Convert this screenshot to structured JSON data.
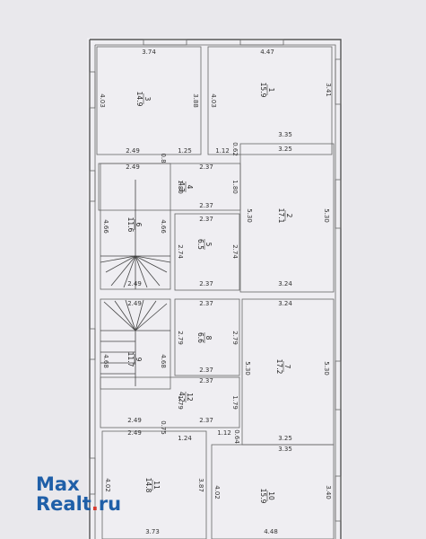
{
  "rooms": [
    {
      "num": "1",
      "area": "15.9"
    },
    {
      "num": "2",
      "area": "17.1"
    },
    {
      "num": "3",
      "area": "14.9"
    },
    {
      "num": "4",
      "area": "4.3"
    },
    {
      "num": "5",
      "area": "6.5"
    },
    {
      "num": "6",
      "area": "11.6"
    },
    {
      "num": "7",
      "area": "17.2"
    },
    {
      "num": "8",
      "area": "6.6"
    },
    {
      "num": "9",
      "area": "11.7"
    },
    {
      "num": "10",
      "area": "15.9"
    },
    {
      "num": "11",
      "area": "14.8"
    },
    {
      "num": "12",
      "area": "4.2"
    }
  ],
  "dims": {
    "r3_top": "3.74",
    "r3_left": "4.03",
    "r3_right": "3.88",
    "r3_bot": "2.49",
    "r3_bot2": "1.25",
    "r1_top": "4.47",
    "r1_left": "4.03",
    "r1_right": "3.41",
    "r1_bot": "3.35",
    "c_a": "1.12",
    "c_b": "0.62",
    "r2_top": "3.25",
    "r2_left": "5.30",
    "r2_right": "5.30",
    "r2_bot": "3.24",
    "r4_top_l": "2.49",
    "r4_top_m": "0.8",
    "r4_top": "2.37",
    "r4_left": "1.80",
    "r4_right": "1.80",
    "r4_bot": "2.37",
    "r5_top": "2.37",
    "r5_left": "2.74",
    "r5_right": "2.74",
    "r5_bot": "2.37",
    "r6_left": "4.66",
    "r6_right": "4.66",
    "r6_bot": "2.49",
    "r9_top": "2.49",
    "r9_left": "4.68",
    "r9_right": "4.68",
    "r8_top": "2.37",
    "r8_left": "2.79",
    "r8_right": "2.79",
    "r8_bot": "2.37",
    "r7_top": "3.24",
    "r7_left": "5.30",
    "r7_right": "5.30",
    "r7_bot": "3.25",
    "r12_top": "2.37",
    "r12_left": "1.79",
    "r12_right": "1.79",
    "r12_bot": "2.37",
    "r12_bl": "2.49",
    "r12_bl2": "2.49",
    "r12_bm": "0.75",
    "c2_a": "1.12",
    "c2_b": "0.64",
    "r11_top": "1.24",
    "r11_left": "4.02",
    "r11_right": "3.87",
    "r11_bot": "3.73",
    "r10_top": "3.35",
    "r10_left": "4.02",
    "r10_right": "3.40",
    "r10_bot": "4.48"
  },
  "watermark": {
    "line1": "Max",
    "line2a": "Realt",
    "dot": ".",
    "line2b": "ru"
  }
}
